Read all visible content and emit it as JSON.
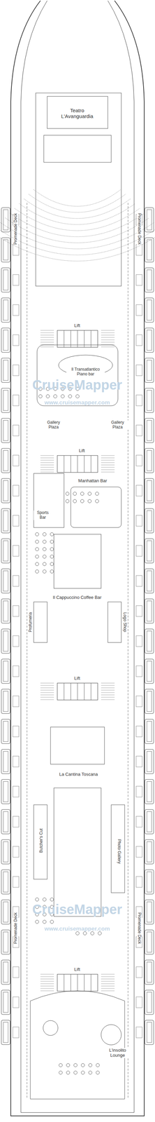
{
  "diagram": {
    "labels": [
      "Teatro L'Avanguardia",
      "Promenade Deck",
      "Promenade Deck",
      "Lift",
      "CruiseMapper",
      "www.cruisemapper.com",
      "Il Transatlantico Piano bar",
      "Gallery Plaza",
      "Gallery Plaza",
      "Lift",
      "Manhattan Bar",
      "Sports Bar",
      "Il Cappuccino Coffee Bar",
      "Profumeria",
      "Logo Shop",
      "Lift",
      "La Cantina Toscana",
      "Butcher's Cut",
      "Photo Gallery",
      "CruiseMapper",
      "www.cruisemapper.com",
      "Promenade Deck",
      "Promenade Deck",
      "Lift",
      "L'insolito Lounge"
    ]
  }
}
